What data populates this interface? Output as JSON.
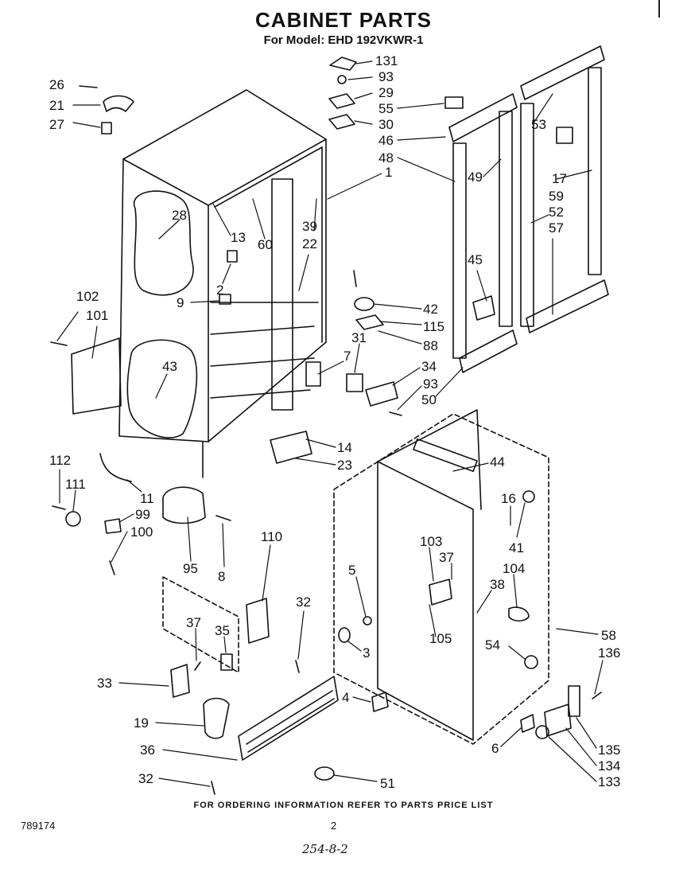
{
  "header": {
    "title": "CABINET PARTS",
    "subtitle": "For Model: EHD 192VKWR-1"
  },
  "callouts": [
    {
      "id": "c131",
      "label": "131"
    },
    {
      "id": "c93a",
      "label": "93"
    },
    {
      "id": "c29",
      "label": "29"
    },
    {
      "id": "c55",
      "label": "55"
    },
    {
      "id": "c30",
      "label": "30"
    },
    {
      "id": "c46",
      "label": "46"
    },
    {
      "id": "c48",
      "label": "48"
    },
    {
      "id": "c1",
      "label": "1"
    },
    {
      "id": "c26",
      "label": "26"
    },
    {
      "id": "c21",
      "label": "21"
    },
    {
      "id": "c27",
      "label": "27"
    },
    {
      "id": "c53",
      "label": "53"
    },
    {
      "id": "c49",
      "label": "49"
    },
    {
      "id": "c17",
      "label": "17"
    },
    {
      "id": "c59",
      "label": "59"
    },
    {
      "id": "c52",
      "label": "52"
    },
    {
      "id": "c57",
      "label": "57"
    },
    {
      "id": "c28",
      "label": "28"
    },
    {
      "id": "c13",
      "label": "13"
    },
    {
      "id": "c60",
      "label": "60"
    },
    {
      "id": "c39",
      "label": "39"
    },
    {
      "id": "c22",
      "label": "22"
    },
    {
      "id": "c2",
      "label": "2"
    },
    {
      "id": "c9",
      "label": "9"
    },
    {
      "id": "c45",
      "label": "45"
    },
    {
      "id": "c42",
      "label": "42"
    },
    {
      "id": "c115",
      "label": "115"
    },
    {
      "id": "c88",
      "label": "88"
    },
    {
      "id": "c102",
      "label": "102"
    },
    {
      "id": "c101",
      "label": "101"
    },
    {
      "id": "c31",
      "label": "31"
    },
    {
      "id": "c7",
      "label": "7"
    },
    {
      "id": "c34",
      "label": "34"
    },
    {
      "id": "c93b",
      "label": "93"
    },
    {
      "id": "c50",
      "label": "50"
    },
    {
      "id": "c43",
      "label": "43"
    },
    {
      "id": "c14",
      "label": "14"
    },
    {
      "id": "c23",
      "label": "23"
    },
    {
      "id": "c44",
      "label": "44"
    },
    {
      "id": "c112",
      "label": "112"
    },
    {
      "id": "c111",
      "label": "111"
    },
    {
      "id": "c11",
      "label": "11"
    },
    {
      "id": "c99",
      "label": "99"
    },
    {
      "id": "c100",
      "label": "100"
    },
    {
      "id": "c16",
      "label": "16"
    },
    {
      "id": "c41",
      "label": "41"
    },
    {
      "id": "c110",
      "label": "110"
    },
    {
      "id": "c103",
      "label": "103"
    },
    {
      "id": "c37a",
      "label": "37"
    },
    {
      "id": "c104",
      "label": "104"
    },
    {
      "id": "c95",
      "label": "95"
    },
    {
      "id": "c8",
      "label": "8"
    },
    {
      "id": "c5",
      "label": "5"
    },
    {
      "id": "c38",
      "label": "38"
    },
    {
      "id": "c37b",
      "label": "37"
    },
    {
      "id": "c35",
      "label": "35"
    },
    {
      "id": "c32a",
      "label": "32"
    },
    {
      "id": "c3",
      "label": "3"
    },
    {
      "id": "c105",
      "label": "105"
    },
    {
      "id": "c58",
      "label": "58"
    },
    {
      "id": "c136",
      "label": "136"
    },
    {
      "id": "c54",
      "label": "54"
    },
    {
      "id": "c33",
      "label": "33"
    },
    {
      "id": "c4",
      "label": "4"
    },
    {
      "id": "c19",
      "label": "19"
    },
    {
      "id": "c6",
      "label": "6"
    },
    {
      "id": "c135",
      "label": "135"
    },
    {
      "id": "c36",
      "label": "36"
    },
    {
      "id": "c134",
      "label": "134"
    },
    {
      "id": "c133",
      "label": "133"
    },
    {
      "id": "c32b",
      "label": "32"
    },
    {
      "id": "c51",
      "label": "51"
    }
  ],
  "footer": {
    "note": "FOR ORDERING INFORMATION REFER TO PARTS PRICE LIST",
    "doc_id": "789174",
    "page_number": "2",
    "handwritten": "254-8-2"
  },
  "colors": {
    "ink": "#111111",
    "paper": "#ffffff"
  }
}
